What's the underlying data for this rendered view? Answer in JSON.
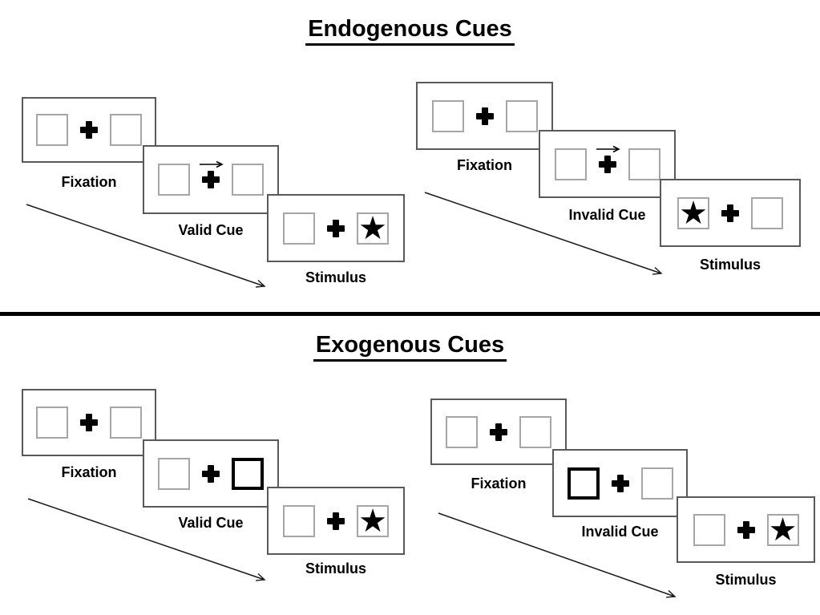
{
  "diagram": {
    "kind": "posner-cueing-paradigm",
    "divider_color": "#000000"
  },
  "glyphs": {
    "star": "★"
  },
  "colors": {
    "panel_border": "#595959",
    "box_border": "#a6a6a6",
    "ink": "#000000"
  },
  "sections": [
    {
      "title": "Endogenous Cues",
      "sequences": [
        {
          "name": "valid",
          "cue_style": "central-arrow-right",
          "target_side": "right",
          "steps": [
            {
              "label": "Fixation"
            },
            {
              "label": "Valid Cue"
            },
            {
              "label": "Stimulus"
            }
          ]
        },
        {
          "name": "invalid",
          "cue_style": "central-arrow-right",
          "target_side": "left",
          "steps": [
            {
              "label": "Fixation"
            },
            {
              "label": "Invalid Cue"
            },
            {
              "label": "Stimulus"
            }
          ]
        }
      ]
    },
    {
      "title": "Exogenous Cues",
      "sequences": [
        {
          "name": "valid",
          "cue_style": "peripheral-highlight-right",
          "target_side": "right",
          "steps": [
            {
              "label": "Fixation"
            },
            {
              "label": "Valid Cue"
            },
            {
              "label": "Stimulus"
            }
          ]
        },
        {
          "name": "invalid",
          "cue_style": "peripheral-highlight-left",
          "target_side": "right",
          "steps": [
            {
              "label": "Fixation"
            },
            {
              "label": "Invalid Cue"
            },
            {
              "label": "Stimulus"
            }
          ]
        }
      ]
    }
  ]
}
